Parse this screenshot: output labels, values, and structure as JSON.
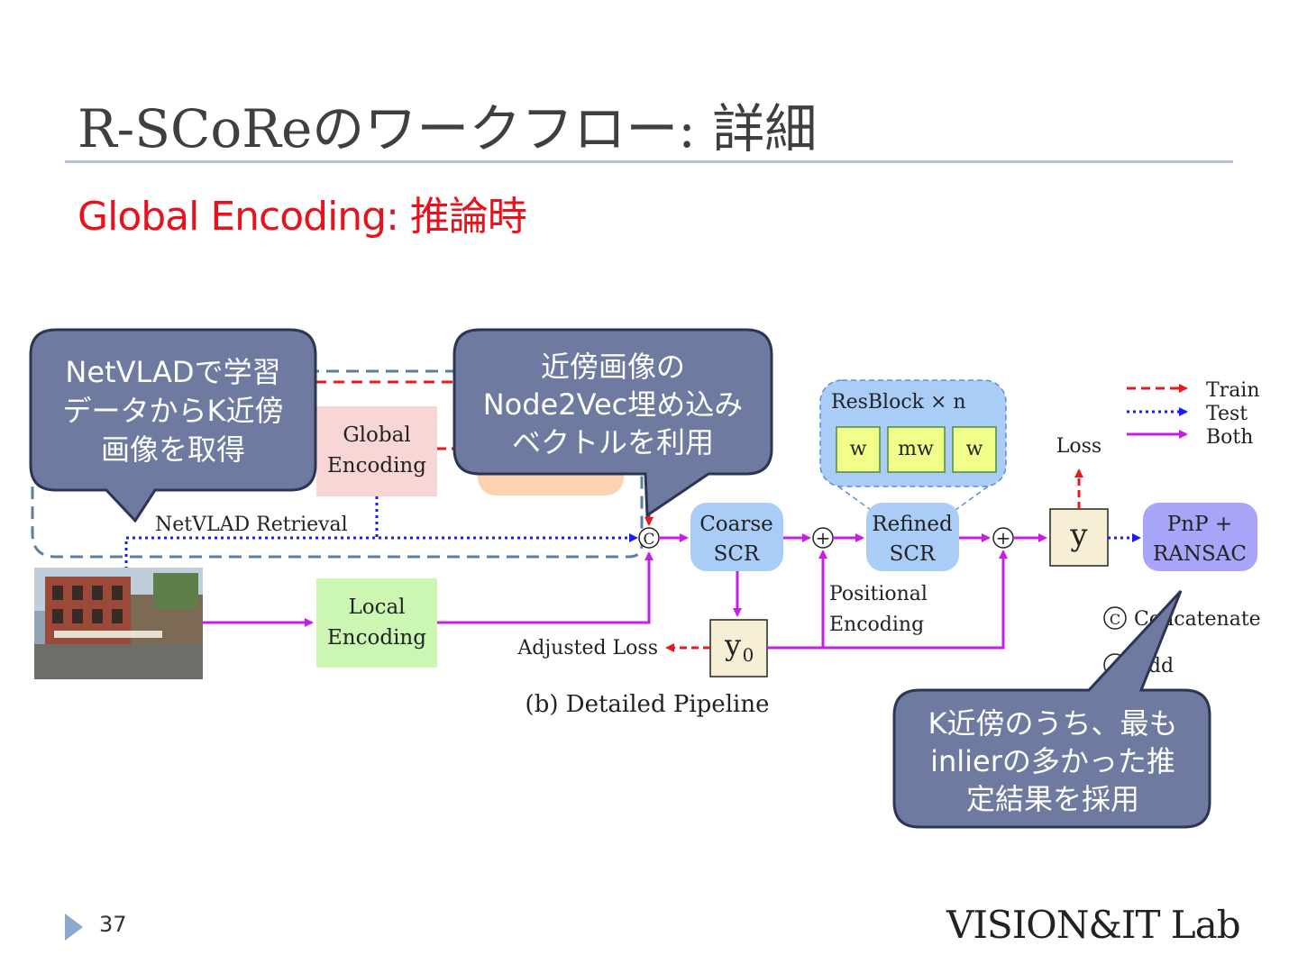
{
  "slide": {
    "title": "R-SCoReのワークフロー: 詳細",
    "subtitle": "Global Encoding: 推論時",
    "page_number": "37",
    "lab_logo": "VISION&IT Lab"
  },
  "colors": {
    "train": "#e41a1c",
    "test": "#1a1aff",
    "both": "#c71ee6",
    "callout_fill": "#6f7aa0",
    "title_rule": "#b4c3da"
  },
  "diagram": {
    "nodes": {
      "global_encoding": "Global\nEncoding",
      "local_encoding": "Local\nEncoding",
      "coarse_scr": "Coarse\nSCR",
      "refined_scr": "Refined\nSCR",
      "y": "y",
      "y0": "y",
      "y0_sub": "0",
      "pnp_ransac": "PnP +\nRANSAC",
      "resblock_title": "ResBlock × n",
      "resblock_cells": [
        "w",
        "mw",
        "w"
      ],
      "concat_symbol": "C",
      "plus_symbol": "+"
    },
    "labels": {
      "netvlad_retrieval": "NetVLAD Retrieval",
      "loss": "Loss",
      "adjusted_loss": "Adjusted Loss",
      "positional_encoding": "Positional\nEncoding",
      "caption": "(b) Detailed Pipeline",
      "concatenate_legend": "Concatenate",
      "add_legend": "Add"
    },
    "legend": [
      {
        "label": "Train",
        "style": "dashed",
        "color": "#e41a1c"
      },
      {
        "label": "Test",
        "style": "dotted",
        "color": "#1a1aff"
      },
      {
        "label": "Both",
        "style": "solid",
        "color": "#c71ee6"
      }
    ]
  },
  "callouts": [
    {
      "id": "netvlad",
      "text": "NetVLADで学習\nデータからK近傍\n画像を取得"
    },
    {
      "id": "node2vec",
      "text": "近傍画像の\nNode2Vec埋め込み\nベクトルを利用"
    },
    {
      "id": "inlier",
      "text": "K近傍のうち、最も\ninlierの多かった推\n定結果を採用"
    }
  ]
}
